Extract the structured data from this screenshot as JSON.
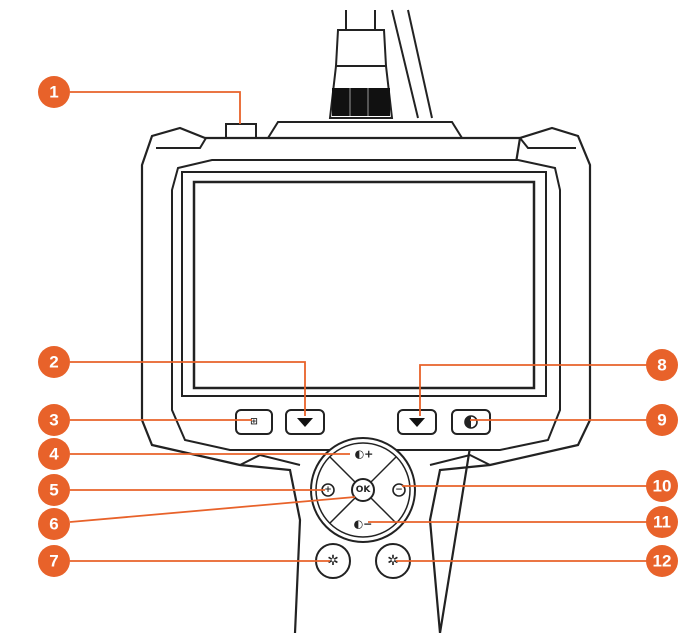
{
  "diagram": {
    "accent_color": "#e8622a",
    "callouts": [
      "1",
      "2",
      "3",
      "4",
      "5",
      "6",
      "7",
      "8",
      "9",
      "10",
      "11",
      "12"
    ],
    "icons": {
      "btn_1": "power-button",
      "btn_2": "light-down-icon",
      "btn_3": "menu-grid-icon",
      "btn_4": "brightness-up-icon",
      "btn_5": "zoom-in-icon",
      "btn_6": "ok-button",
      "btn_7": "gear-icon",
      "btn_8": "light-down-icon",
      "btn_9": "contrast-icon",
      "btn_10": "zoom-out-icon",
      "btn_11": "brightness-down-icon",
      "btn_12": "gear-icon"
    },
    "ok_label": "OK"
  }
}
